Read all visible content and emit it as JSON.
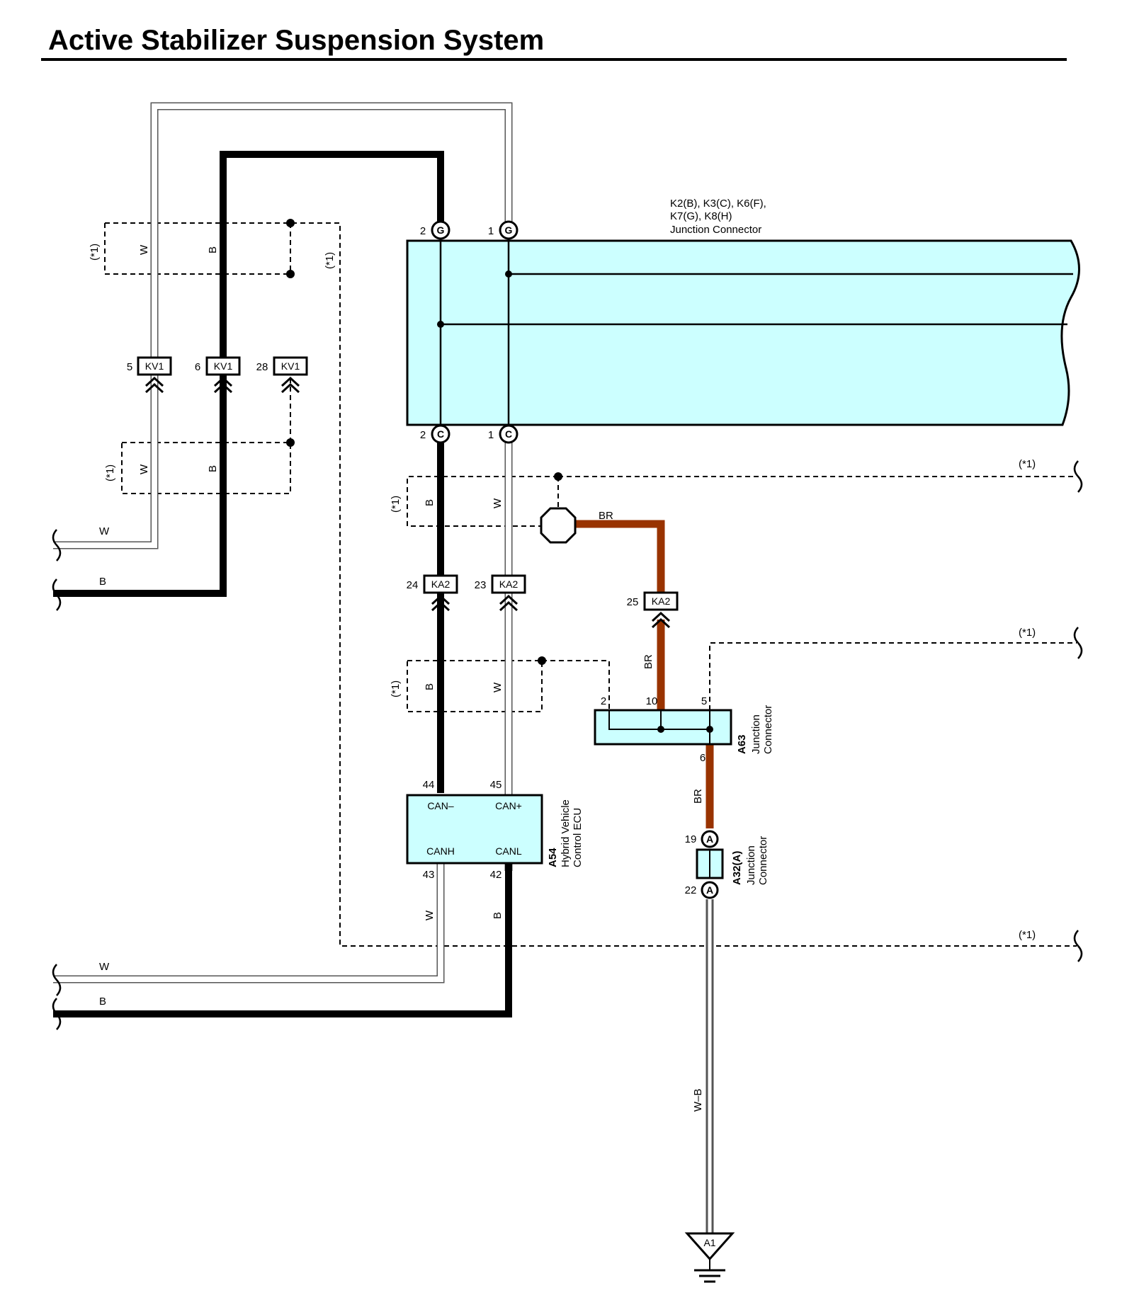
{
  "title": "Active Stabilizer Suspension System",
  "colors": {
    "connector_fill": "#ccffff",
    "wire_brown": "#993300",
    "wire_black": "#000000",
    "wire_white_outline": "#555555"
  },
  "junction_connector_top": {
    "line1": "K2(B), K3(C), K6(F),",
    "line2": "K7(G), K8(H)",
    "line3": "Junction Connector",
    "pin_top_left": "2",
    "pin_top_right": "1",
    "letter_top": "G",
    "pin_bottom_left": "2",
    "pin_bottom_right": "1",
    "letter_bottom": "C"
  },
  "kv1_connectors": [
    {
      "pin": "5",
      "label": "KV1"
    },
    {
      "pin": "6",
      "label": "KV1"
    },
    {
      "pin": "28",
      "label": "KV1"
    }
  ],
  "ka2_connectors": [
    {
      "pin": "24",
      "label": "KA2"
    },
    {
      "pin": "23",
      "label": "KA2"
    },
    {
      "pin": "25",
      "label": "KA2"
    }
  ],
  "note": "(*1)",
  "wire_colors": {
    "w": "W",
    "b": "B",
    "br": "BR",
    "wb": "W–B"
  },
  "ecu": {
    "code": "A54",
    "name_line1": "Hybrid Vehicle",
    "name_line2": "Control ECU",
    "pin_canminus": "44",
    "pin_canplus": "45",
    "pin_canh": "43",
    "pin_canl": "42",
    "label_canminus": "CAN–",
    "label_canplus": "CAN+",
    "label_canh": "CANH",
    "label_canl": "CANL"
  },
  "a63": {
    "code": "A63",
    "name_line1": "Junction",
    "name_line2": "Connector",
    "pin_2": "2",
    "pin_10": "10",
    "pin_5": "5",
    "pin_6": "6"
  },
  "a32": {
    "code": "A32(A)",
    "name_line1": "Junction",
    "name_line2": "Connector",
    "pin_top": "19",
    "pin_bottom": "22",
    "letter": "A"
  },
  "ground": {
    "label": "A1"
  }
}
